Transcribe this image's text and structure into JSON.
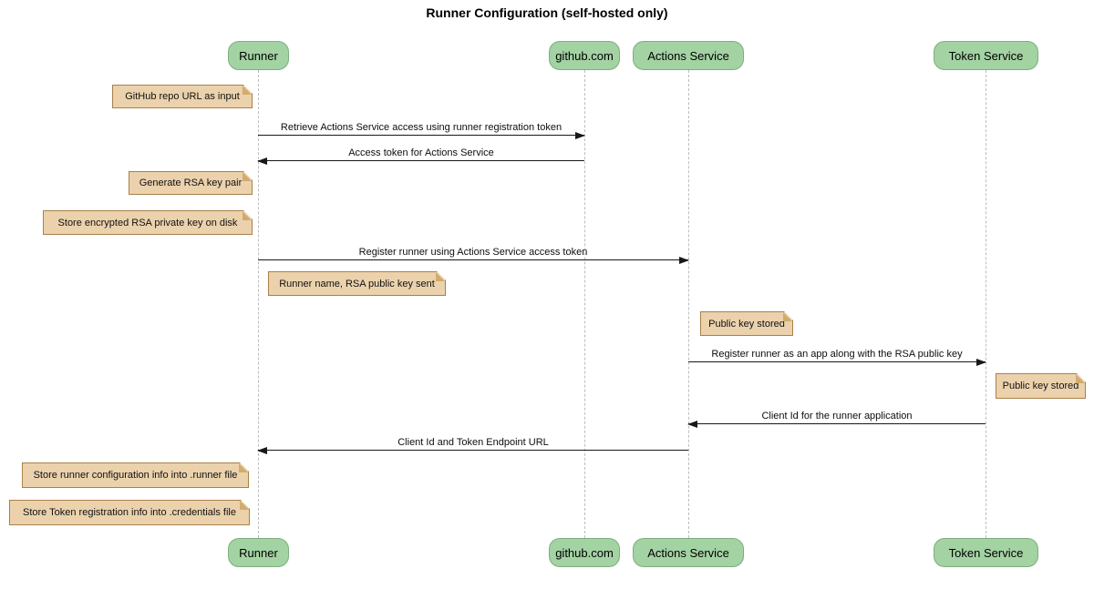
{
  "title": "Runner Configuration (self-hosted only)",
  "diagram_type": "sequence",
  "participants": [
    {
      "label": "Runner"
    },
    {
      "label": "github.com"
    },
    {
      "label": "Actions Service"
    },
    {
      "label": "Token Service"
    }
  ],
  "messages": [
    {
      "text": "Retrieve Actions Service access using runner registration token",
      "from": "Runner",
      "to": "github.com"
    },
    {
      "text": "Access token for Actions Service",
      "from": "github.com",
      "to": "Runner"
    },
    {
      "text": "Register runner using Actions Service access token",
      "from": "Runner",
      "to": "Actions Service"
    },
    {
      "text": "Register runner as an app along with the RSA public key",
      "from": "Actions Service",
      "to": "Token Service"
    },
    {
      "text": "Client Id for the runner application",
      "from": "Token Service",
      "to": "Actions Service"
    },
    {
      "text": "Client Id and Token Endpoint URL",
      "from": "Actions Service",
      "to": "Runner"
    }
  ],
  "notes": [
    {
      "text": "GitHub repo URL as input",
      "anchor": "left of Runner"
    },
    {
      "text": "Generate RSA key pair",
      "anchor": "left of Runner"
    },
    {
      "text": "Store encrypted RSA private key on disk",
      "anchor": "left of Runner"
    },
    {
      "text": "Runner name, RSA public key sent",
      "anchor": "right of Runner"
    },
    {
      "text": "Public key stored",
      "anchor": "right of Actions Service"
    },
    {
      "text": "Public key stored",
      "anchor": "right of Token Service"
    },
    {
      "text": "Store runner configuration info into .runner file",
      "anchor": "left of Runner"
    },
    {
      "text": "Store Token registration info into .credentials file",
      "anchor": "left of Runner"
    }
  ],
  "colors": {
    "participant_fill": "#a3d2a3",
    "participant_border": "#7dae7d",
    "note_fill": "#ebd2ac",
    "note_border": "#a9804a",
    "lifeline": "#bdbdbd",
    "arrow": "#181818",
    "background": "#ffffff"
  }
}
